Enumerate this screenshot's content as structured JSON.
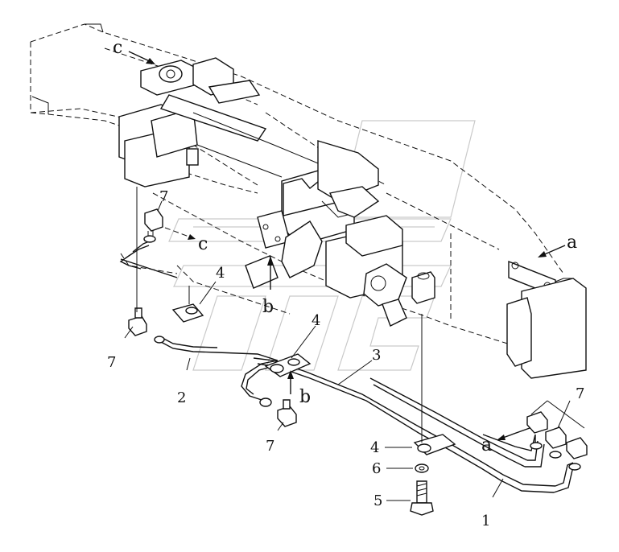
{
  "callouts": {
    "c_top": "c",
    "c_mid": "c",
    "a_right": "a",
    "a_bottom": "a",
    "b_mid": "b",
    "b_low": "b",
    "n7_upper": "7",
    "n4_upper": "4",
    "n7_left": "7",
    "n2": "2",
    "n4_mid": "4",
    "n3": "3",
    "n7_low": "7",
    "n7_right": "7",
    "n4_bottom": "4",
    "n6": "6",
    "n5": "5",
    "n1": "1"
  },
  "colors": {
    "line": "#111111",
    "watermark": "#c9c9c9",
    "background": "#ffffff"
  }
}
